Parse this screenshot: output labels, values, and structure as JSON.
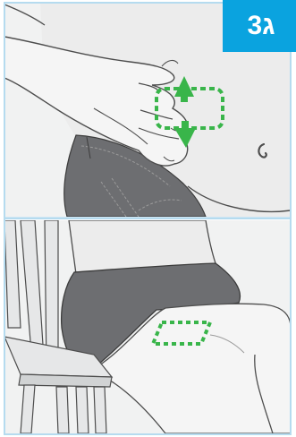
{
  "step": {
    "label": "3ג"
  },
  "colors": {
    "badge": "#0aa3df",
    "highlight": "#39b54a",
    "outline": "#4d4d4d",
    "pants": "#6d6e71",
    "panel_bg": "#f1f2f2",
    "divider": "#b5dbef"
  },
  "panels": [
    {
      "name": "abdomen-injection-site",
      "icon": "injection-zone-abdomen-icon"
    },
    {
      "name": "thigh-injection-site",
      "icon": "injection-zone-thigh-icon"
    }
  ]
}
